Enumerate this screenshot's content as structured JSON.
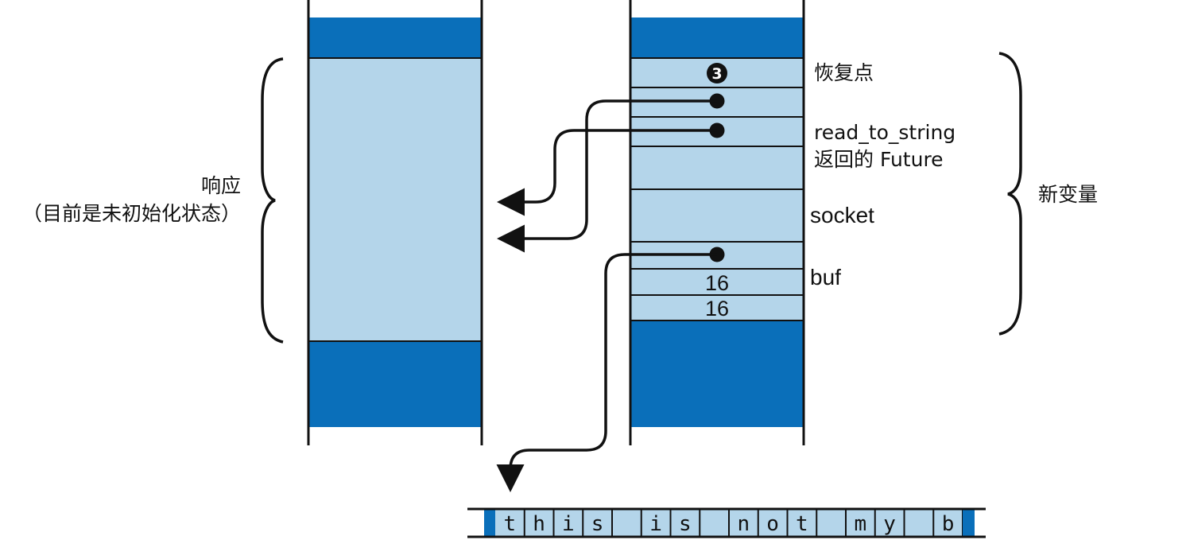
{
  "left_frame": {
    "label_line1": "响应",
    "label_line2": "（目前是未初始化状态）"
  },
  "right_frame": {
    "resume_badge": "3",
    "resume_label": "恢复点",
    "future_label_line1": "read_to_string",
    "future_label_line2": "返回的 Future",
    "socket_label": "socket",
    "buf_label": "buf",
    "buf_len": "16",
    "buf_cap": "16",
    "group_label": "新变量"
  },
  "buffer": {
    "chars": [
      "t",
      "h",
      "i",
      "s",
      "",
      "i",
      "s",
      "",
      "n",
      "o",
      "t",
      "",
      "m",
      "y",
      "",
      "b"
    ]
  },
  "colors": {
    "dark_blue": "#0a6fba",
    "light_blue": "#b4d5ea",
    "line": "#111111"
  }
}
